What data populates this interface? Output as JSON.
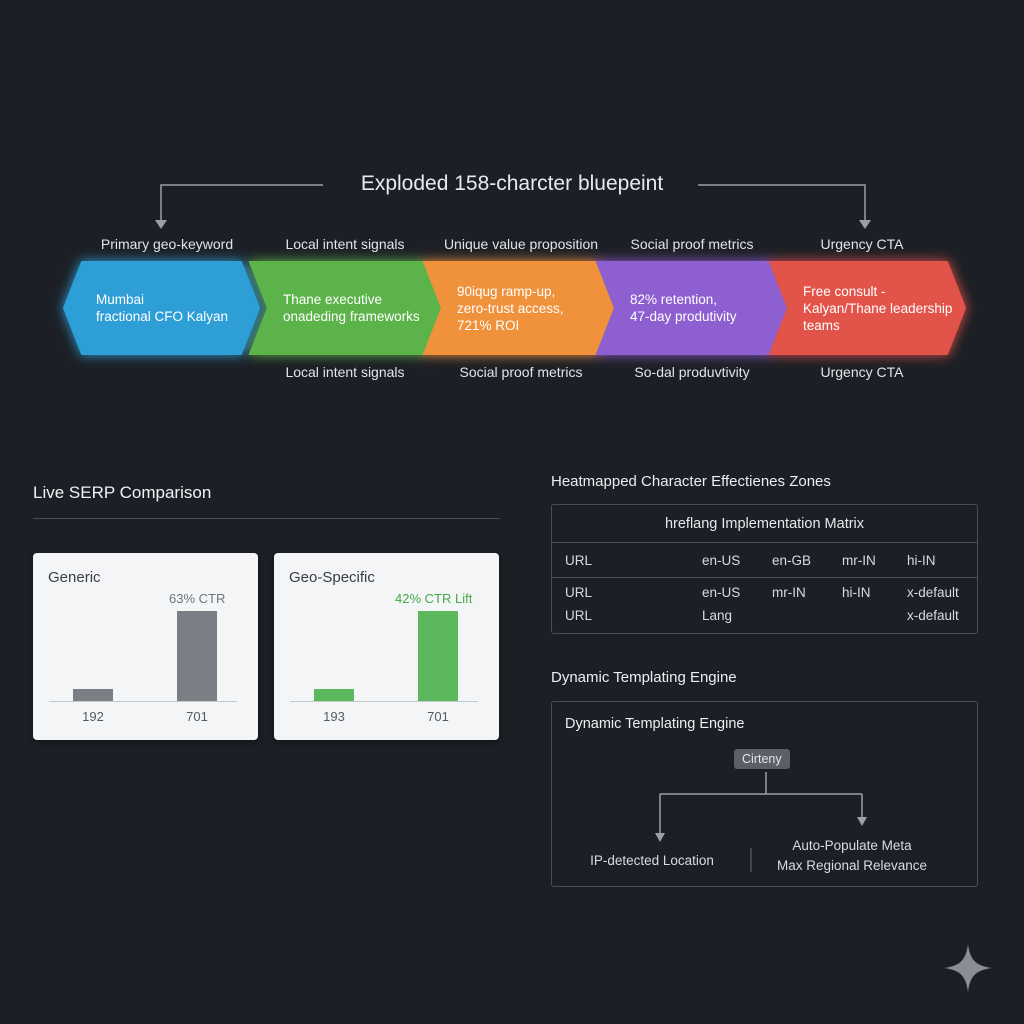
{
  "blueprint": {
    "title": "Exploded 158-charcter bluepeint",
    "steps": [
      {
        "top_label": "Primary geo-keyword",
        "bottom_label": "",
        "text": [
          "Mumbai",
          "fractional CFO Kalyan"
        ],
        "color": "#2f9fd6"
      },
      {
        "top_label": "Local intent signals",
        "bottom_label": "Local intent signals",
        "text": [
          "Thane executive",
          "onadeding frameworks"
        ],
        "color": "#5cb34a"
      },
      {
        "top_label": "Unique value proposition",
        "bottom_label": "Social proof metrics",
        "text": [
          "90iqug ramp-up,",
          "zero-trust access,",
          "721% ROI"
        ],
        "color": "#f0913a"
      },
      {
        "top_label": "Social proof metrics",
        "bottom_label": "So-dal produvtivity",
        "text": [
          "82% retention,",
          "47-day produtivity"
        ],
        "color": "#8e5fd0"
      },
      {
        "top_label": "Urgency CTA",
        "bottom_label": "Urgency CTA",
        "text": [
          "Free consult -",
          "Kalyan/Thane leadership",
          "teams"
        ],
        "color": "#e2524a"
      }
    ]
  },
  "serp": {
    "title": "Live SERP Comparison",
    "cards": [
      {
        "title": "Generic",
        "annotation": "63% CTR",
        "annotation_color": "#6f747a",
        "bar_color_high": "#7b7f85",
        "bar_color_low": "#7b7f85",
        "low_value": 192,
        "high_value": 701,
        "low_label": "192",
        "high_label": "701"
      },
      {
        "title": "Geo-Specific",
        "annotation": "42% CTR Lift",
        "annotation_color": "#46a84a",
        "bar_color_high": "#5cb85c",
        "bar_color_low": "#5cb85c",
        "low_value": 193,
        "high_value": 701,
        "low_label": "193",
        "high_label": "701"
      }
    ]
  },
  "heatmap": {
    "title": "Heatmapped Character Effectienes Zones",
    "matrix_title": "hreflang Implementation Matrix",
    "rows": [
      [
        "URL",
        "en-US",
        "en-GB",
        "mr-IN",
        "hi-IN"
      ],
      [
        "URL",
        "en-US",
        "mr-IN",
        "hi-IN",
        "x-default"
      ],
      [
        "URL",
        "Lang",
        "",
        "",
        "x-default"
      ]
    ]
  },
  "templating": {
    "heading": "Dynamic Templating Engine",
    "inner_title": "Dynamic Templating Engine",
    "node": "Cirteny",
    "left_output": "IP-detected Location",
    "right_output_line1": "Auto-Populate Meta",
    "right_output_line2": "Max Regional Relevance"
  }
}
